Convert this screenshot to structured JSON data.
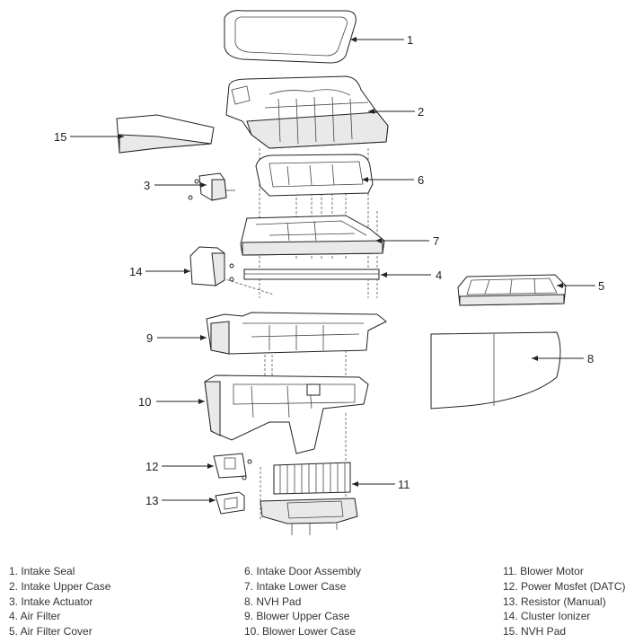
{
  "callouts": [
    {
      "num": "1"
    },
    {
      "num": "2"
    },
    {
      "num": "3"
    },
    {
      "num": "4"
    },
    {
      "num": "5"
    },
    {
      "num": "6"
    },
    {
      "num": "7"
    },
    {
      "num": "8"
    },
    {
      "num": "9"
    },
    {
      "num": "10"
    },
    {
      "num": "11"
    },
    {
      "num": "12"
    },
    {
      "num": "13"
    },
    {
      "num": "14"
    },
    {
      "num": "15"
    }
  ],
  "legend": {
    "col1": [
      "1. Intake Seal",
      "2. Intake Upper Case",
      "3. Intake Actuator",
      "4. Air Filter",
      "5. Air Filter Cover"
    ],
    "col2": [
      "6. Intake Door Assembly",
      "7. Intake Lower Case",
      "8. NVH Pad",
      "9. Blower Upper Case",
      "10. Blower Lower Case"
    ],
    "col3": [
      "11. Blower Motor",
      "12. Power Mosfet (DATC)",
      "13. Resistor (Manual)",
      "14. Cluster Ionizer",
      "15. NVH Pad"
    ]
  }
}
